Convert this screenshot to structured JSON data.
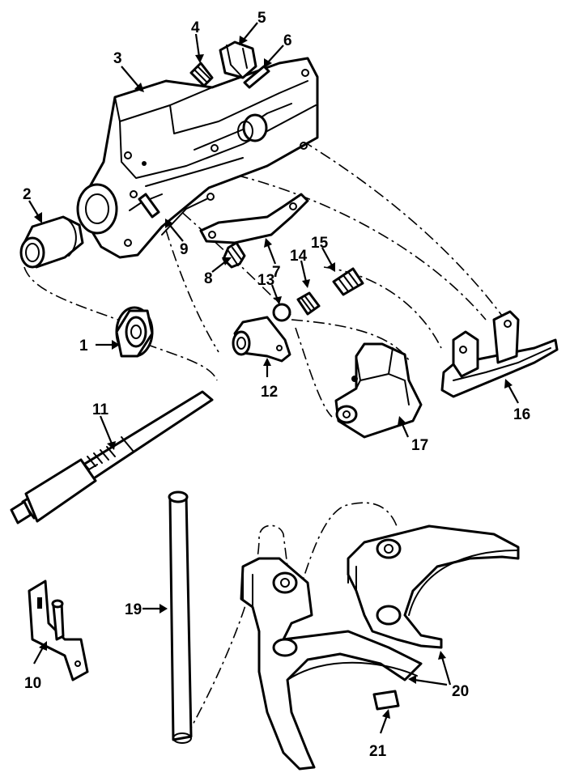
{
  "figure": {
    "labels": {
      "p1": "1",
      "p2": "2",
      "p3": "3",
      "p4": "4",
      "p5": "5",
      "p6": "6",
      "p7": "7",
      "p8": "8",
      "p9": "9",
      "p10": "10",
      "p11": "11",
      "p12": "12",
      "p13": "13",
      "p14": "14",
      "p15": "15",
      "p16": "16",
      "p17": "17",
      "p19": "19",
      "p20": "20",
      "p21": "21"
    }
  }
}
